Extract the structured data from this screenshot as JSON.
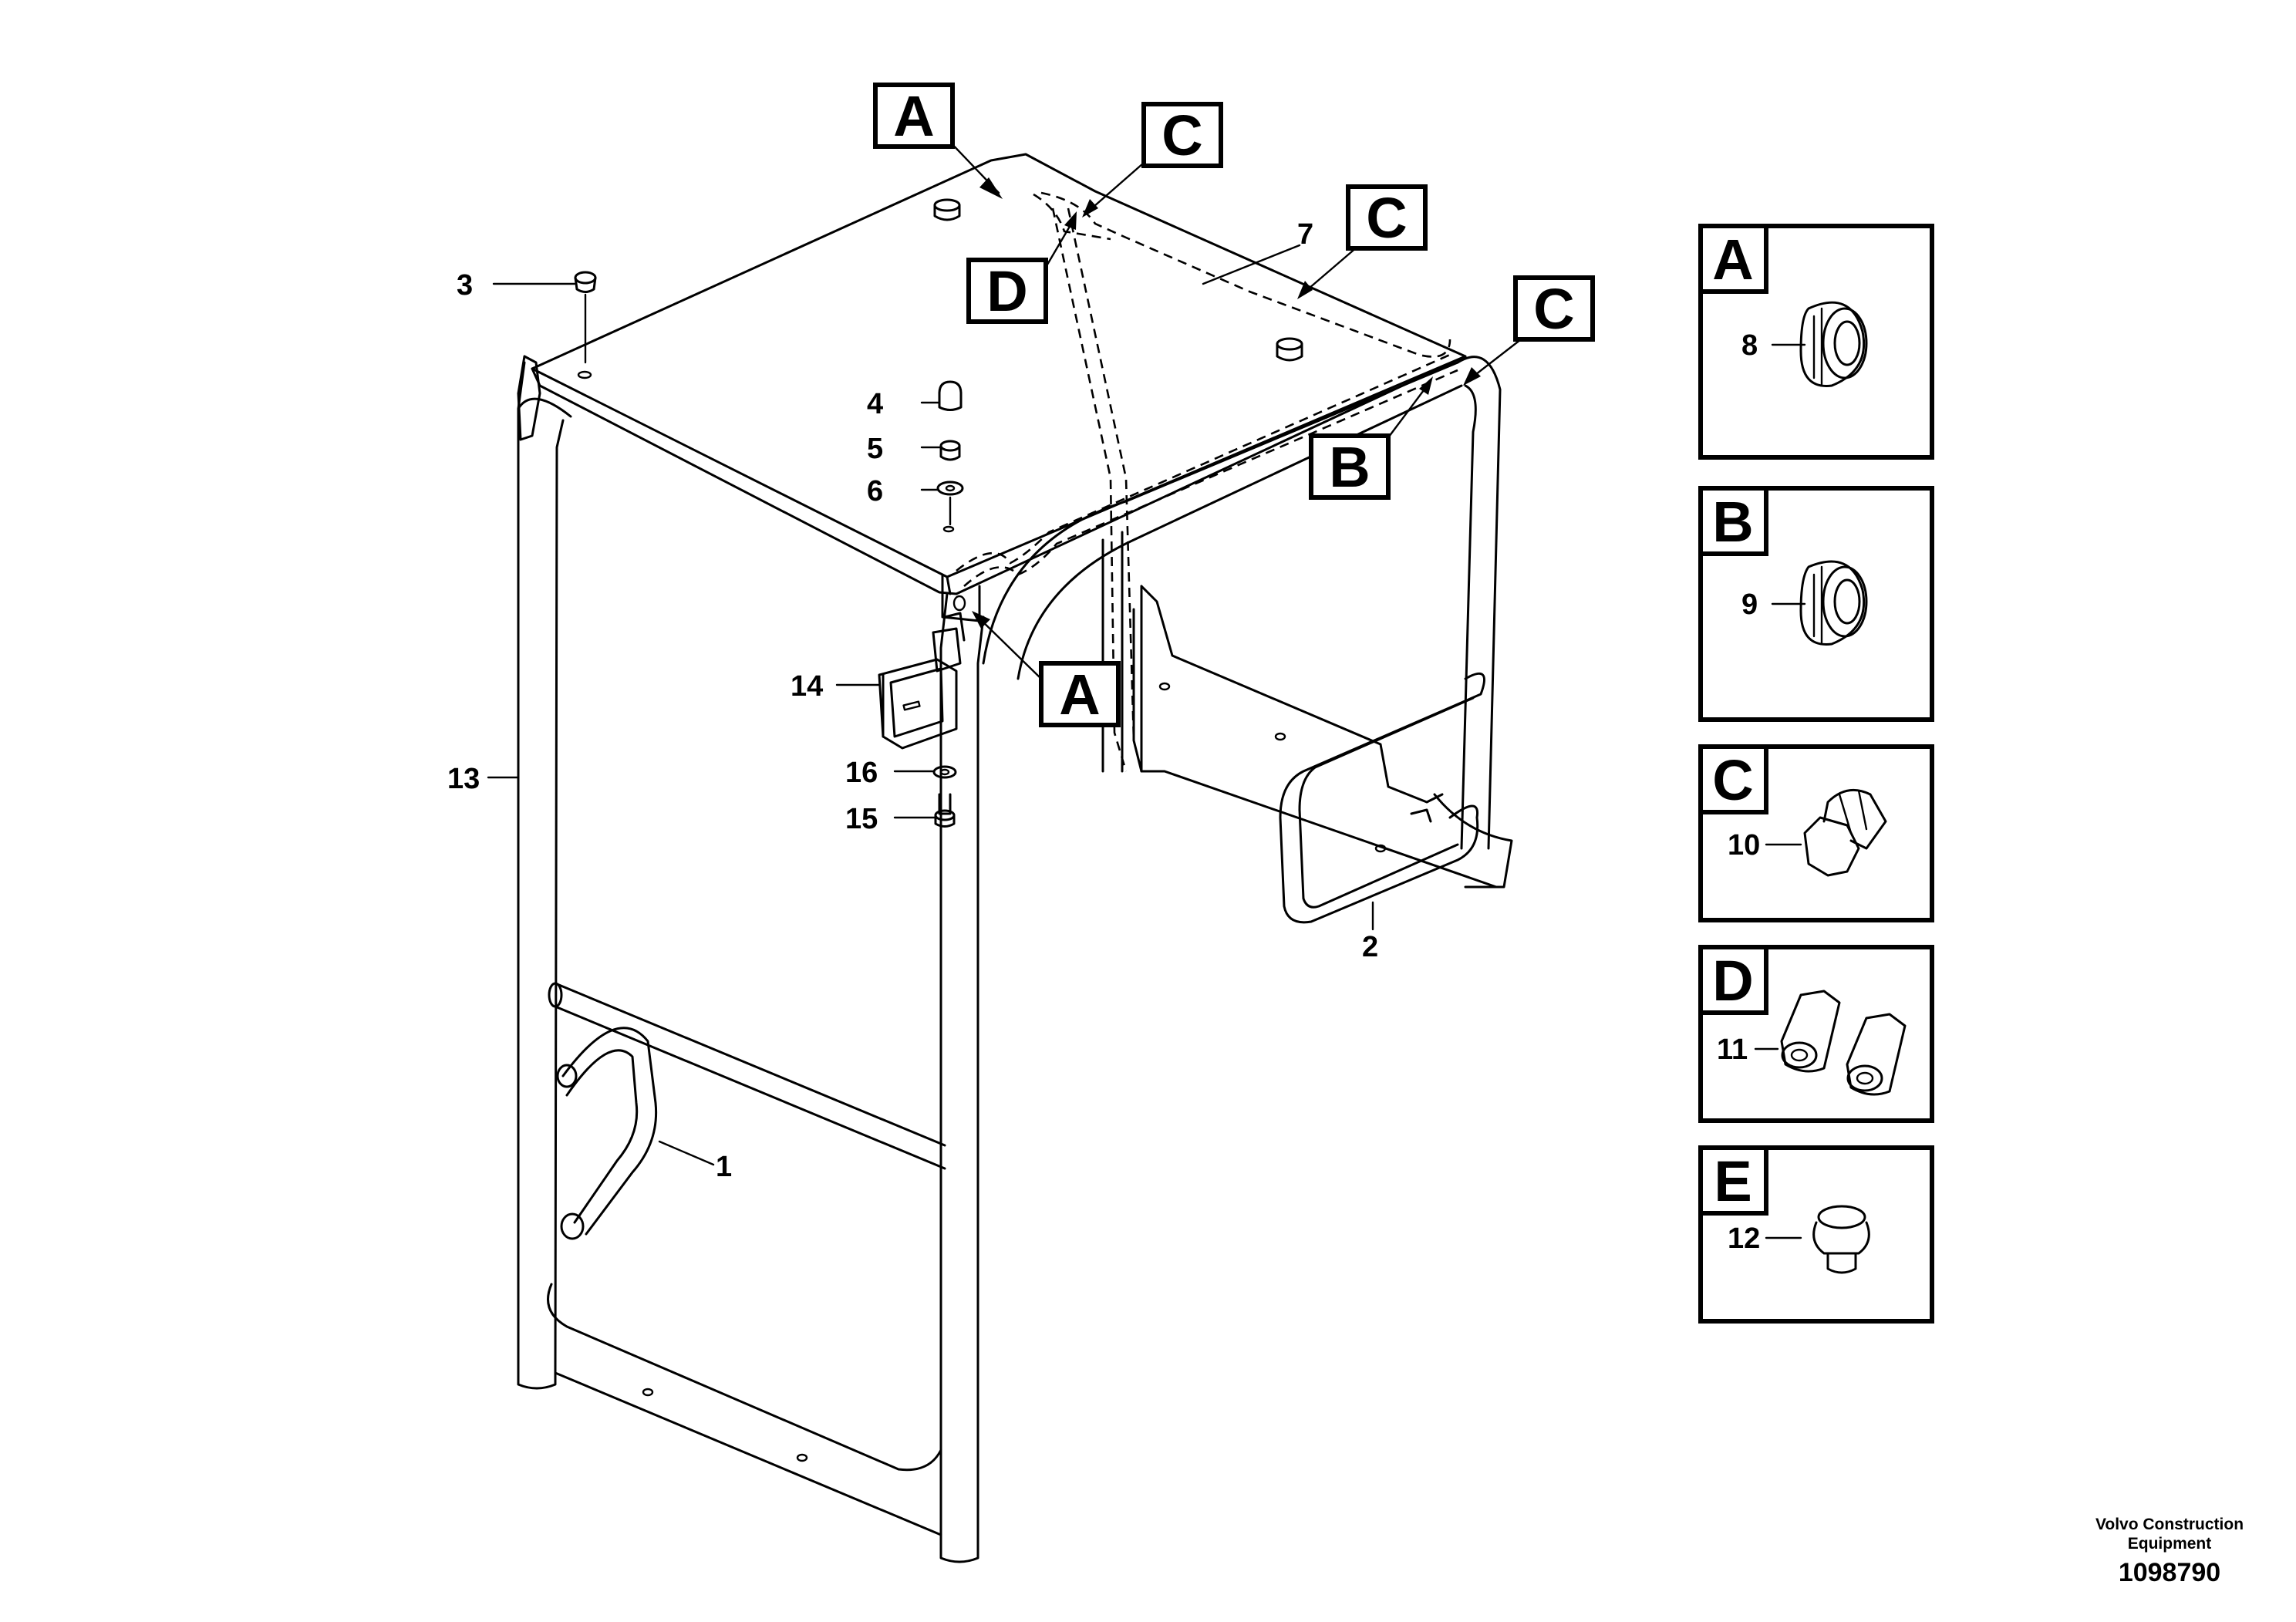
{
  "callouts": {
    "c1": "1",
    "c2": "2",
    "c3": "3",
    "c4": "4",
    "c5": "5",
    "c6": "6",
    "c7": "7",
    "c13": "13",
    "c14": "14",
    "c15": "15",
    "c16": "16"
  },
  "ref_letters": {
    "top_a": "A",
    "top_c": "C",
    "top_d": "D",
    "right_c1": "C",
    "right_c2": "C",
    "b": "B",
    "post_a": "A"
  },
  "legend": [
    {
      "letter": "A",
      "part": "8"
    },
    {
      "letter": "B",
      "part": "9"
    },
    {
      "letter": "C",
      "part": "10"
    },
    {
      "letter": "D",
      "part": "11"
    },
    {
      "letter": "E",
      "part": "12"
    }
  ],
  "footer": {
    "company_line1": "Volvo Construction",
    "company_line2": "Equipment",
    "drawing_number": "1098790"
  }
}
